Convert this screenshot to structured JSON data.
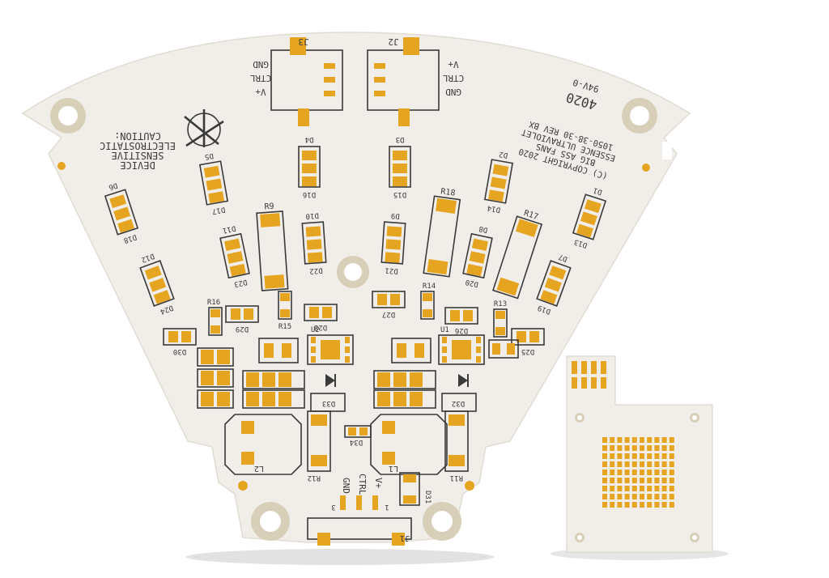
{
  "colors": {
    "board": "#f1eeea",
    "pad": "#e6a520",
    "silkscreen": "#3a3a3a",
    "background": "#ffffff"
  },
  "fan_board": {
    "caution_lines": [
      "CAUTION:",
      "ELECTROSTATIC",
      "SENSITIVE",
      "DEVICE"
    ],
    "copyright_lines": [
      "(C) COPYRIGHT 2020",
      "BIG ASS FANS",
      "ESSENCE ULTRAVIOLET",
      "1050-38-30 REV BX"
    ],
    "rating": "94V-0",
    "date_code": "4020",
    "connectors": {
      "j3": "J3",
      "j2": "J2",
      "j1": "J1",
      "j3_pins": [
        "GND",
        "CTRL",
        "V+"
      ],
      "j2_pins": [
        "V+",
        "CTRL",
        "GND"
      ],
      "j1_pins": [
        "GND",
        "CTRL",
        "V+"
      ],
      "pin_3": "3",
      "pin_1": "1"
    },
    "leds": [
      "D1",
      "D2",
      "D3",
      "D4",
      "D5",
      "D6",
      "D7",
      "D8",
      "D9",
      "D10",
      "D11",
      "D12",
      "D13",
      "D14",
      "D15",
      "D16",
      "D17",
      "D18",
      "D19",
      "D20",
      "D21",
      "D22",
      "D23",
      "D24",
      "D25",
      "D26",
      "D27",
      "D28",
      "D29",
      "D30"
    ],
    "other_refs": [
      "R9",
      "R18",
      "R17",
      "R14",
      "R13",
      "R15",
      "R16",
      "U1",
      "U2",
      "D31",
      "D32",
      "D33",
      "D34",
      "L1",
      "L2",
      "R11",
      "R12"
    ]
  },
  "square_board": {
    "description_label": ""
  }
}
